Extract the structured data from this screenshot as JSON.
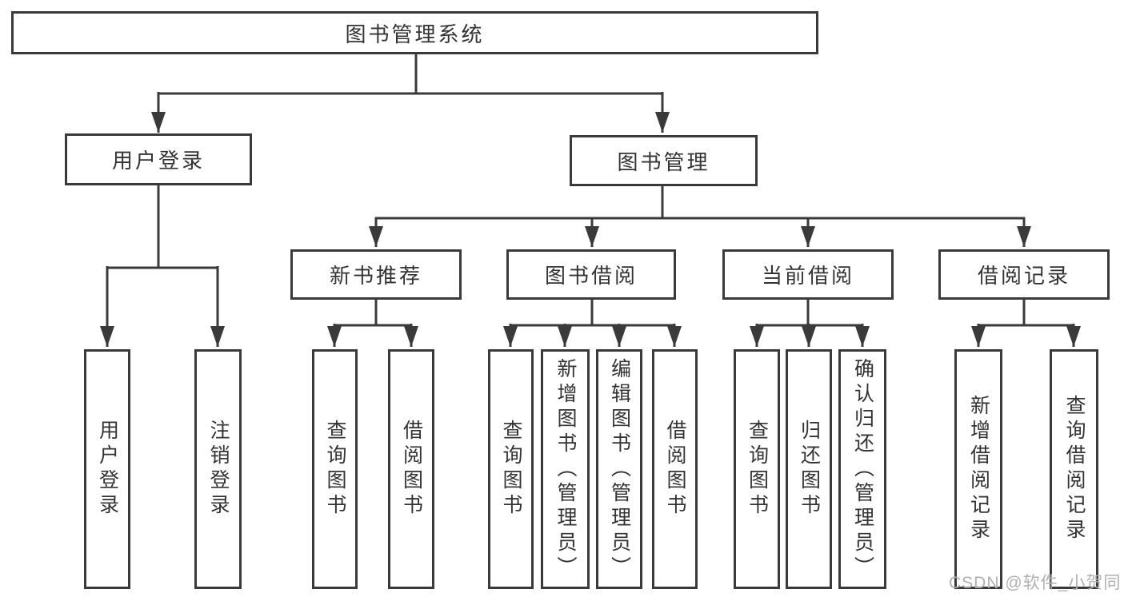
{
  "diagram": {
    "title_node": "图书管理系统",
    "tree": {
      "root": {
        "label": "图书管理系统"
      },
      "level1": [
        {
          "label": "用户登录",
          "children": [
            {
              "label": "用户登录"
            },
            {
              "label": "注销登录"
            }
          ]
        },
        {
          "label": "图书管理",
          "children": [
            {
              "label": "新书推荐",
              "children": [
                {
                  "label": "查询图书"
                },
                {
                  "label": "借阅图书"
                }
              ]
            },
            {
              "label": "图书借阅",
              "children": [
                {
                  "label": "查询图书"
                },
                {
                  "label": "新增图书（管理员）"
                },
                {
                  "label": "编辑图书（管理员）"
                },
                {
                  "label": "借阅图书"
                }
              ]
            },
            {
              "label": "当前借阅",
              "children": [
                {
                  "label": "查询图书"
                },
                {
                  "label": "归还图书"
                },
                {
                  "label": "确认归还（管理员）"
                }
              ]
            },
            {
              "label": "借阅记录",
              "children": [
                {
                  "label": "新增借阅记录"
                },
                {
                  "label": "查询借阅记录"
                }
              ]
            }
          ]
        }
      ]
    }
  },
  "watermark": {
    "text": "CSDN @软件_小贺同学"
  },
  "colors": {
    "line": "#3a3a3a",
    "text": "#333333",
    "watermark": "#b0b0b0",
    "box_bg": "#ffffff"
  }
}
